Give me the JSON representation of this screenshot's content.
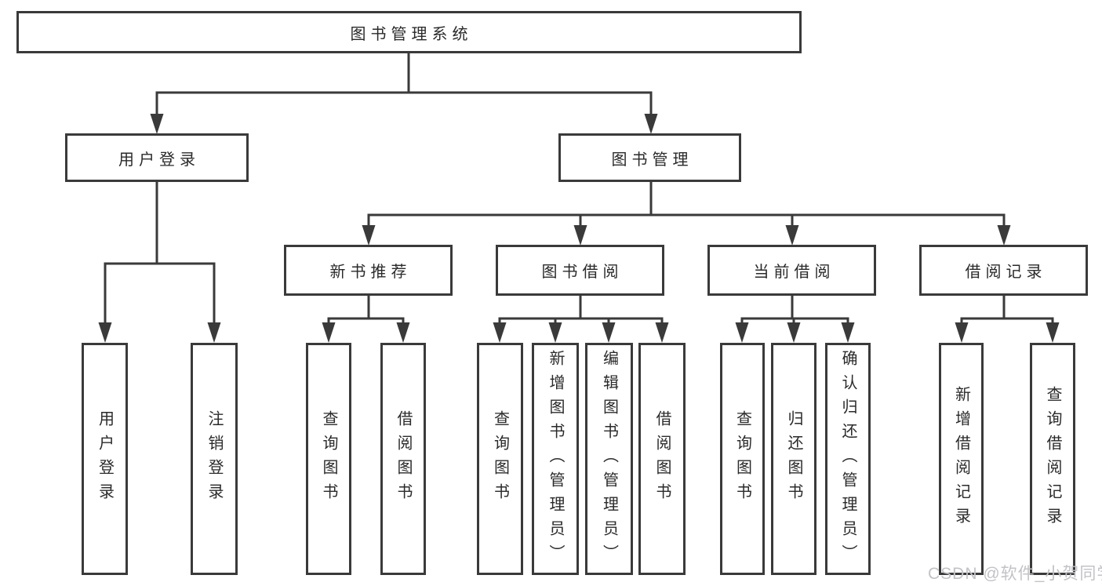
{
  "diagram": {
    "root": "图书管理系统",
    "level2": {
      "user_login": "用户登录",
      "book_management": "图书管理"
    },
    "level3": {
      "new_book_recommend": "新书推荐",
      "book_borrow": "图书借阅",
      "current_borrow": "当前借阅",
      "borrow_records": "借阅记录"
    },
    "leaves": {
      "user_login": "用户登录",
      "logout": "注销登录",
      "recommend_query_books": "查询图书",
      "recommend_borrow_books": "借阅图书",
      "borrow_query_books": "查询图书",
      "borrow_add_books": "新增图书（管理员）",
      "borrow_edit_books": "编辑图书（管理员）",
      "borrow_borrow_books": "借阅图书",
      "current_query_books": "查询图书",
      "current_return_books": "归还图书",
      "current_confirm_return": "确认归还（管理员）",
      "records_add_record": "新增借阅记录",
      "records_query_record": "查询借阅记录"
    }
  },
  "watermark": "CSDN @软件_小贺同学",
  "colors": {
    "line": "#3a3a3a",
    "box_border": "#3a3a3a",
    "text": "#2a2a2a",
    "watermark": "#c3c3c7",
    "background": "#ffffff"
  }
}
